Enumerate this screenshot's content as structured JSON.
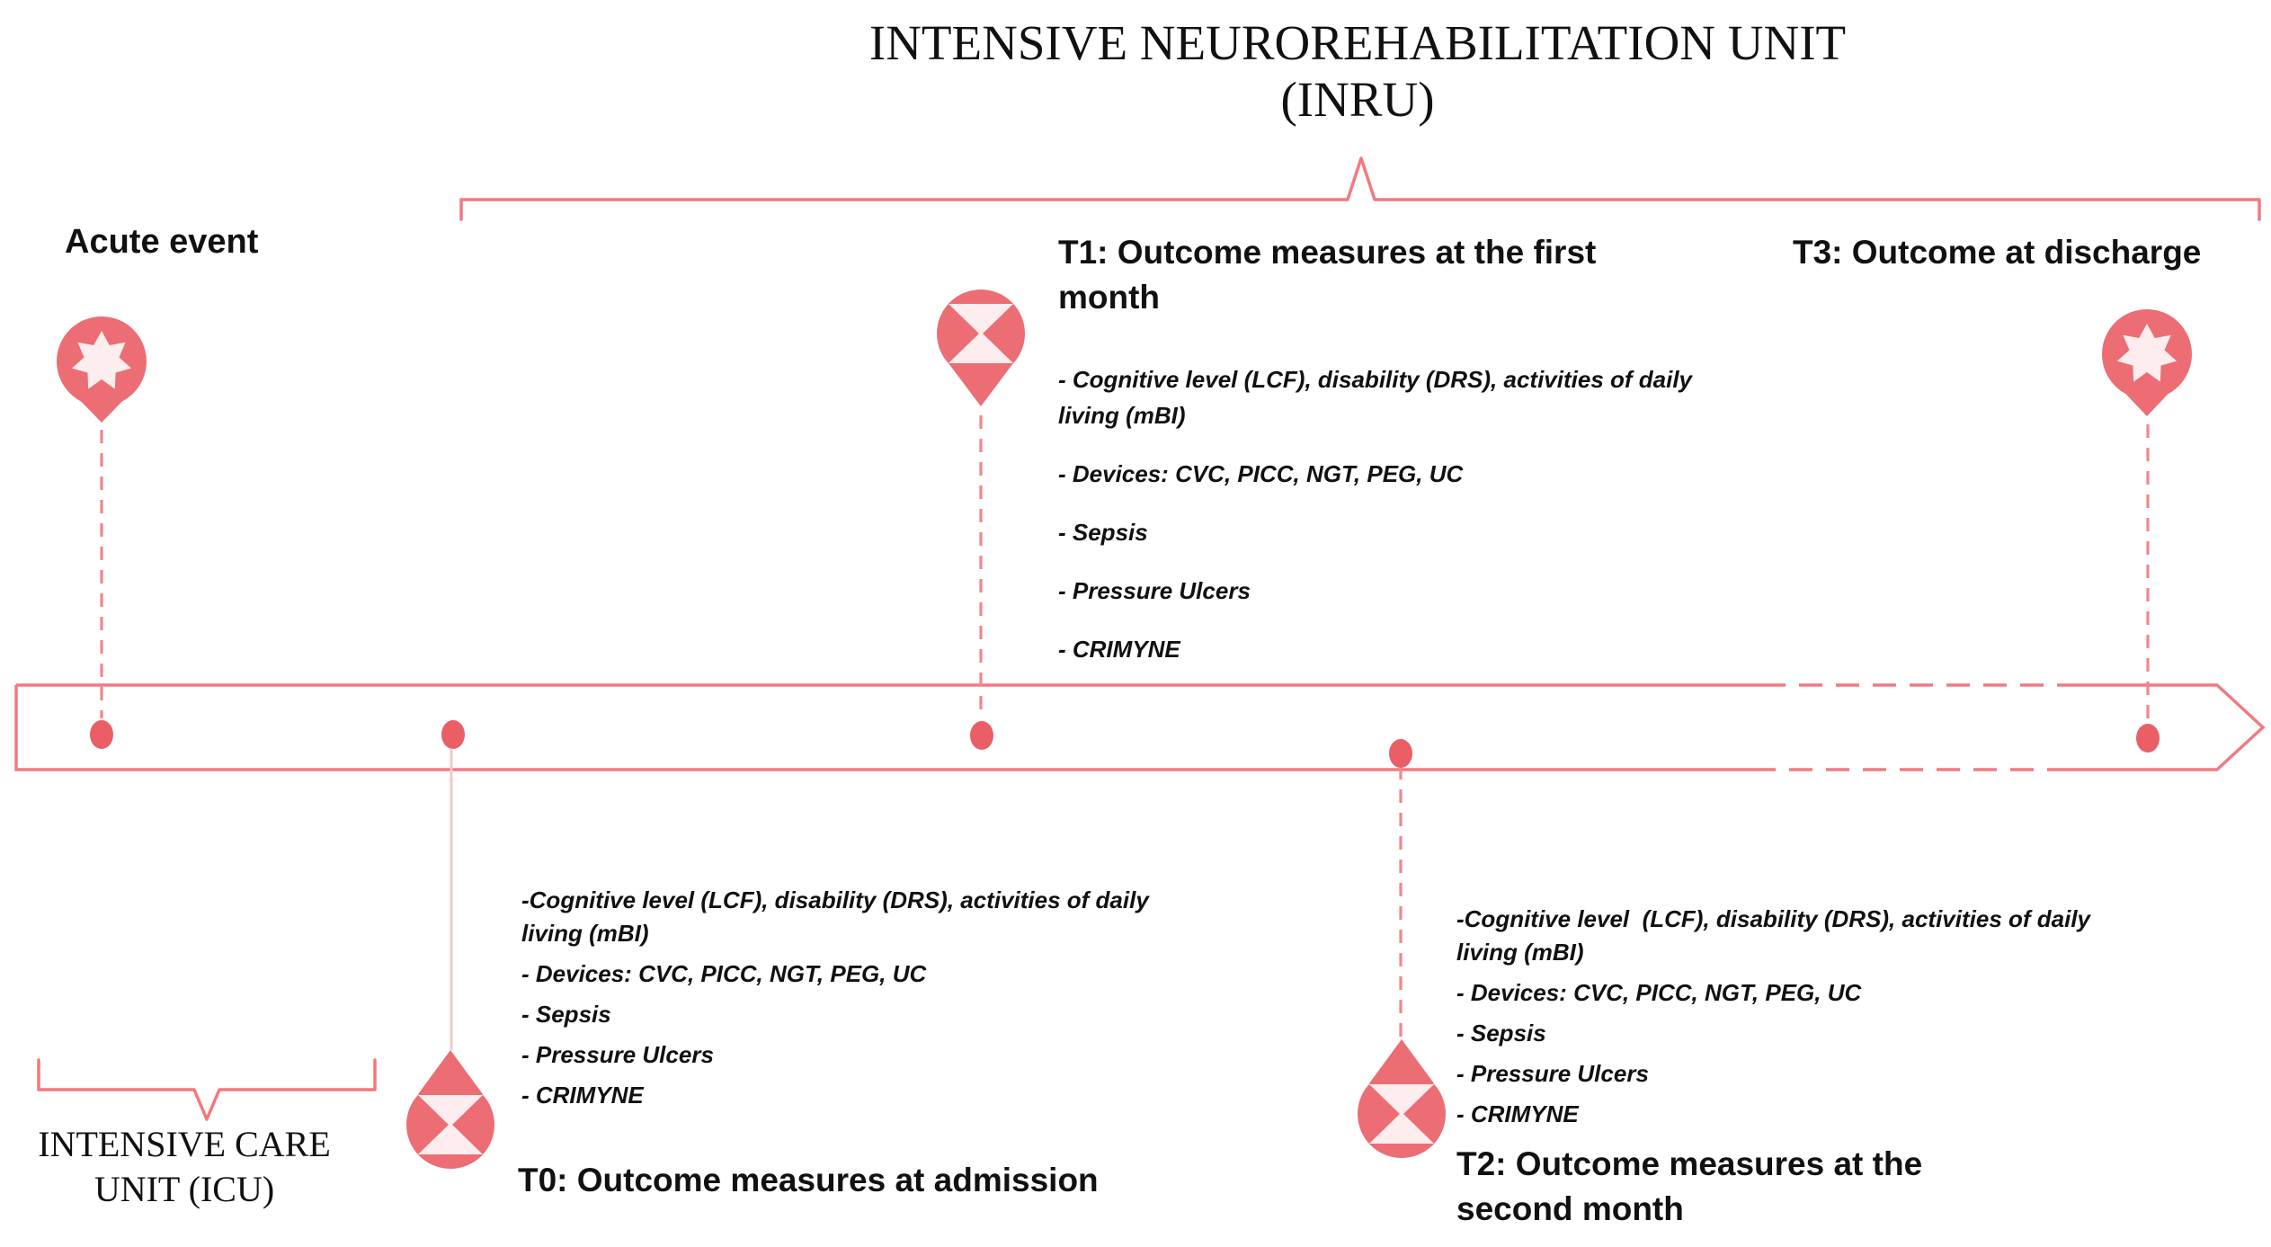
{
  "title": {
    "line1": "INTENSIVE NEUROREHABILITATION UNIT",
    "line2": "(INRU)"
  },
  "icu": {
    "label_line1": "INTENSIVE CARE",
    "label_line2": "UNIT (ICU)"
  },
  "acute_event_label": "Acute event",
  "t0": {
    "heading": "T0: Outcome measures at admission",
    "items": [
      "-Cognitive level (LCF), disability (DRS), activities of daily living (mBI)",
      "- Devices: CVC, PICC, NGT, PEG, UC",
      "- Sepsis",
      "- Pressure Ulcers",
      "- CRIMYNE"
    ]
  },
  "t1": {
    "heading": "T1: Outcome measures at the first month",
    "items": [
      "- Cognitive level (LCF), disability (DRS), activities of daily living (mBI)",
      "- Devices: CVC, PICC, NGT, PEG, UC",
      "- Sepsis",
      "- Pressure Ulcers",
      "- CRIMYNE"
    ]
  },
  "t2": {
    "heading": "T2: Outcome measures at the second month",
    "items": [
      "-Cognitive level  (LCF), disability (DRS), activities of daily living (mBI)",
      "- Devices: CVC, PICC, NGT, PEG, UC",
      "- Sepsis",
      "- Pressure Ulcers",
      "- CRIMYNE"
    ]
  },
  "t3": {
    "heading": "T3: Outcome at discharge"
  },
  "colors": {
    "pin": "#ec6d74",
    "pin_inner": "#fdedee",
    "bar_stroke": "#ef7b81",
    "dot": "#ea5e66",
    "dashed_line": "#f0878c",
    "light_line": "#f6c6c8",
    "brace": "#f4777d",
    "text": "#111111"
  }
}
